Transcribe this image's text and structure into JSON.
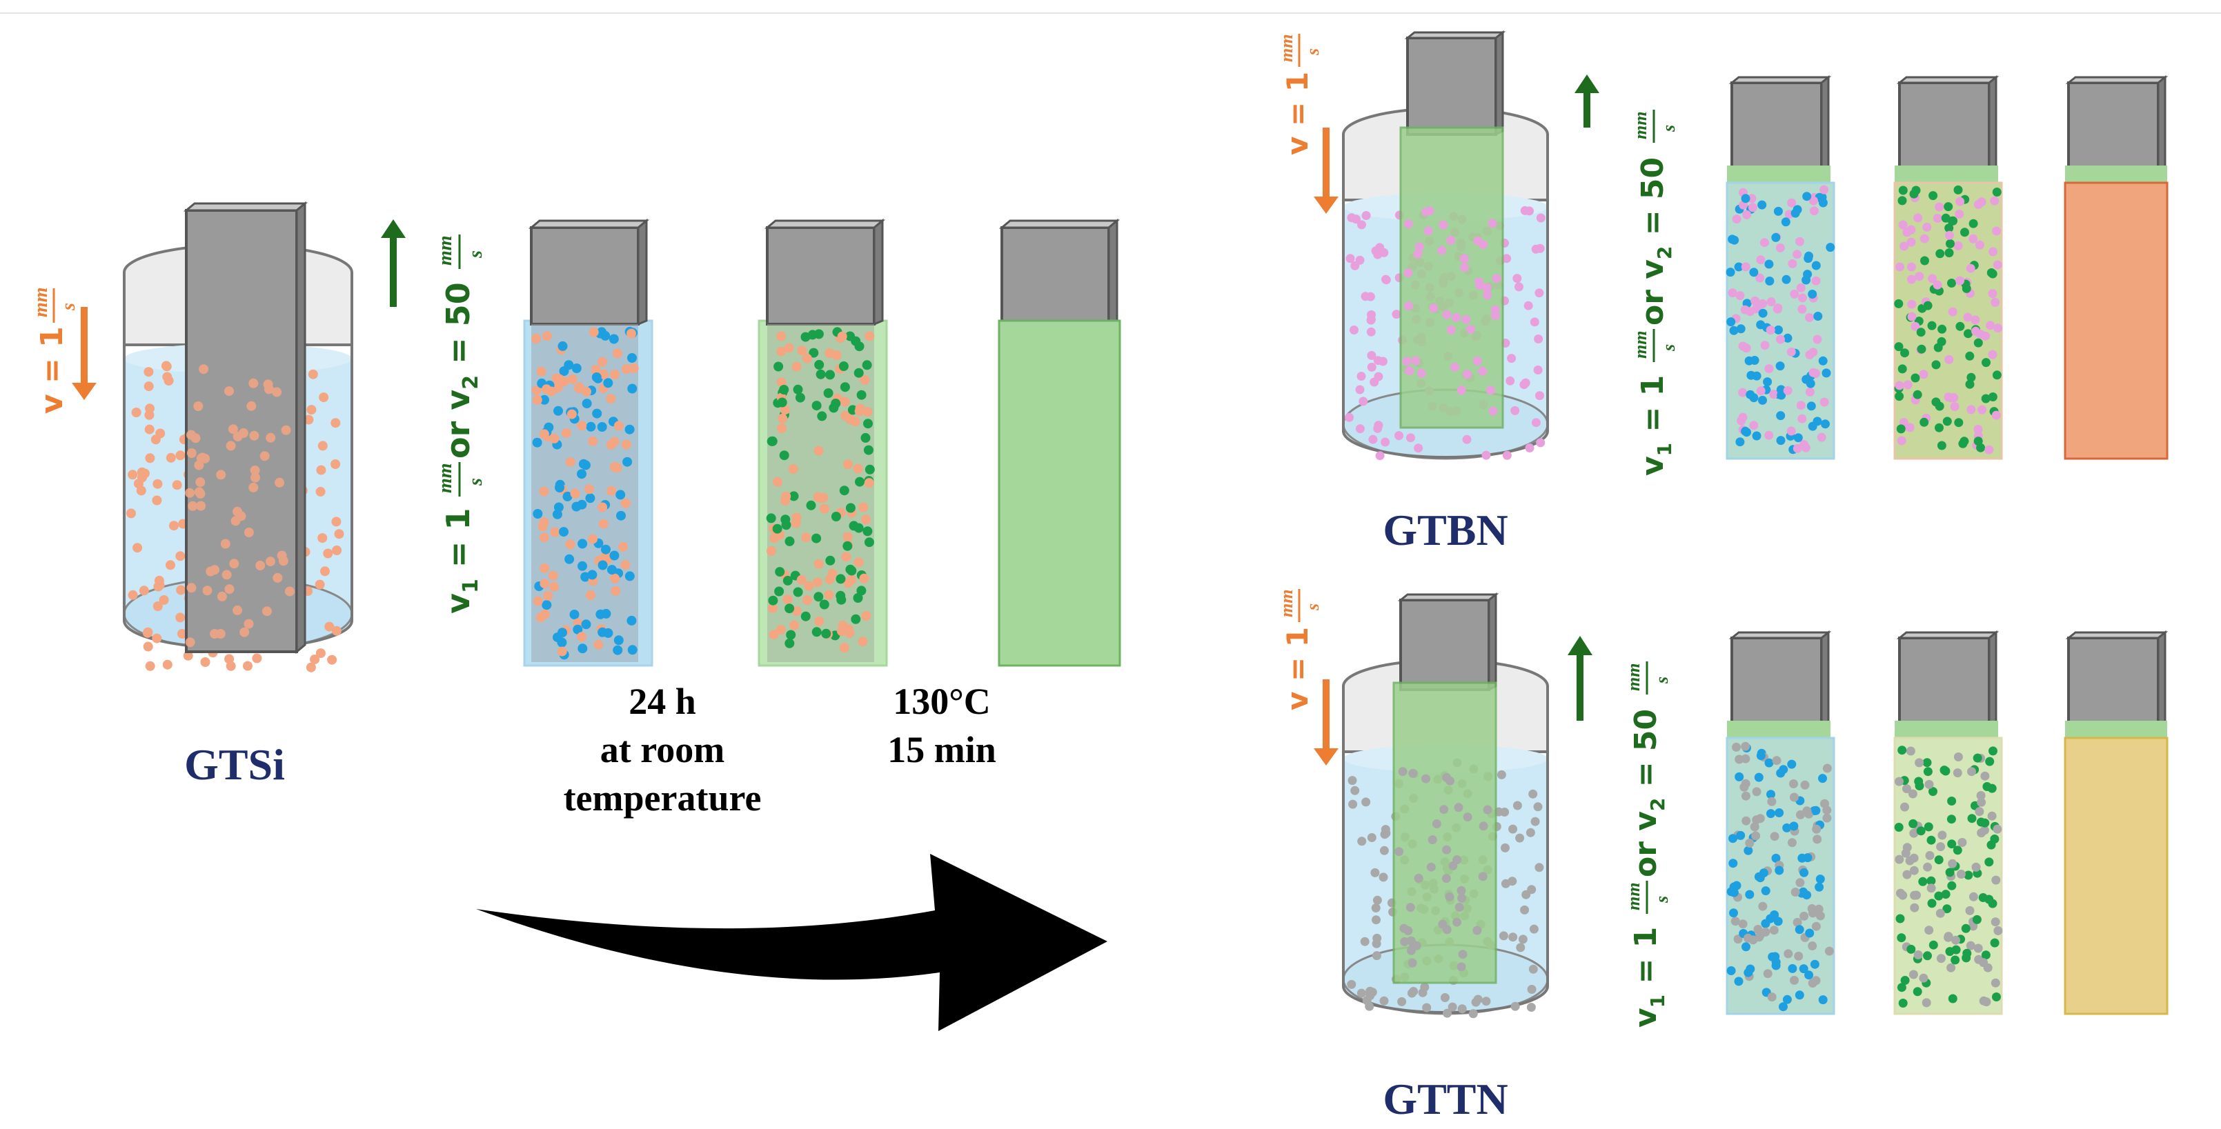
{
  "panels": {
    "gtsi": {
      "label": "GTSi",
      "dip_speed": {
        "lhs": "v = 1",
        "num": "mm",
        "den": "s"
      },
      "withdraw_speed": {
        "lhs": "v",
        "sub1": "1",
        "eq1": " = 1 ",
        "num": "mm",
        "den": "s",
        "or": " or v",
        "sub2": "2",
        "eq2": " = 50 "
      },
      "step1": [
        "24 h",
        "at room",
        "temperature"
      ],
      "step2": [
        "130°C",
        "15 min"
      ]
    },
    "gtbn": {
      "label": "GTBN",
      "dip_speed": {
        "lhs": "v = 1",
        "num": "mm",
        "den": "s"
      },
      "withdraw_speed": {
        "lhs": "v",
        "sub1": "1",
        "eq1": " = 1 ",
        "num": "mm",
        "den": "s",
        "or": " or v",
        "sub2": "2",
        "eq2": " = 50 "
      }
    },
    "gttn": {
      "label": "GTTN",
      "dip_speed": {
        "lhs": "v = 1",
        "num": "mm",
        "den": "s"
      },
      "withdraw_speed": {
        "lhs": "v",
        "sub1": "1",
        "eq1": " = 1 ",
        "num": "mm",
        "den": "s",
        "or": " or v",
        "sub2": "2",
        "eq2": " = 50 "
      }
    }
  },
  "colors": {
    "orange_arrow": "#ed7d31",
    "green_arrow": "#1e6b1e",
    "label_navy": "#1f2d6b",
    "substrate_gray": "#9a9a9a",
    "liquid": "#cde9f7",
    "dot_salmon": "#f4a582",
    "dot_blue": "#1e9fe0",
    "dot_green": "#1aa04a",
    "dot_pink": "#e8a0dc",
    "dot_gray": "#a8a8a8",
    "coat_green": "#a5d79b",
    "coat_orange": "#f0a57c",
    "coat_yellow": "#e8d08a"
  }
}
